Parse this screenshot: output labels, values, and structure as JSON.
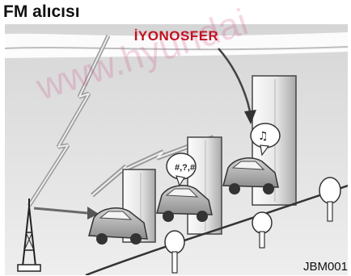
{
  "title": "FM alıcısı",
  "diagram": {
    "label_top": "İYONOSFER",
    "figure_code": "JBM001",
    "bubble_left": "#,?,#",
    "bubble_right": "♫",
    "accent_color": "#c1121f",
    "watermark_text": "www.hyundai"
  }
}
